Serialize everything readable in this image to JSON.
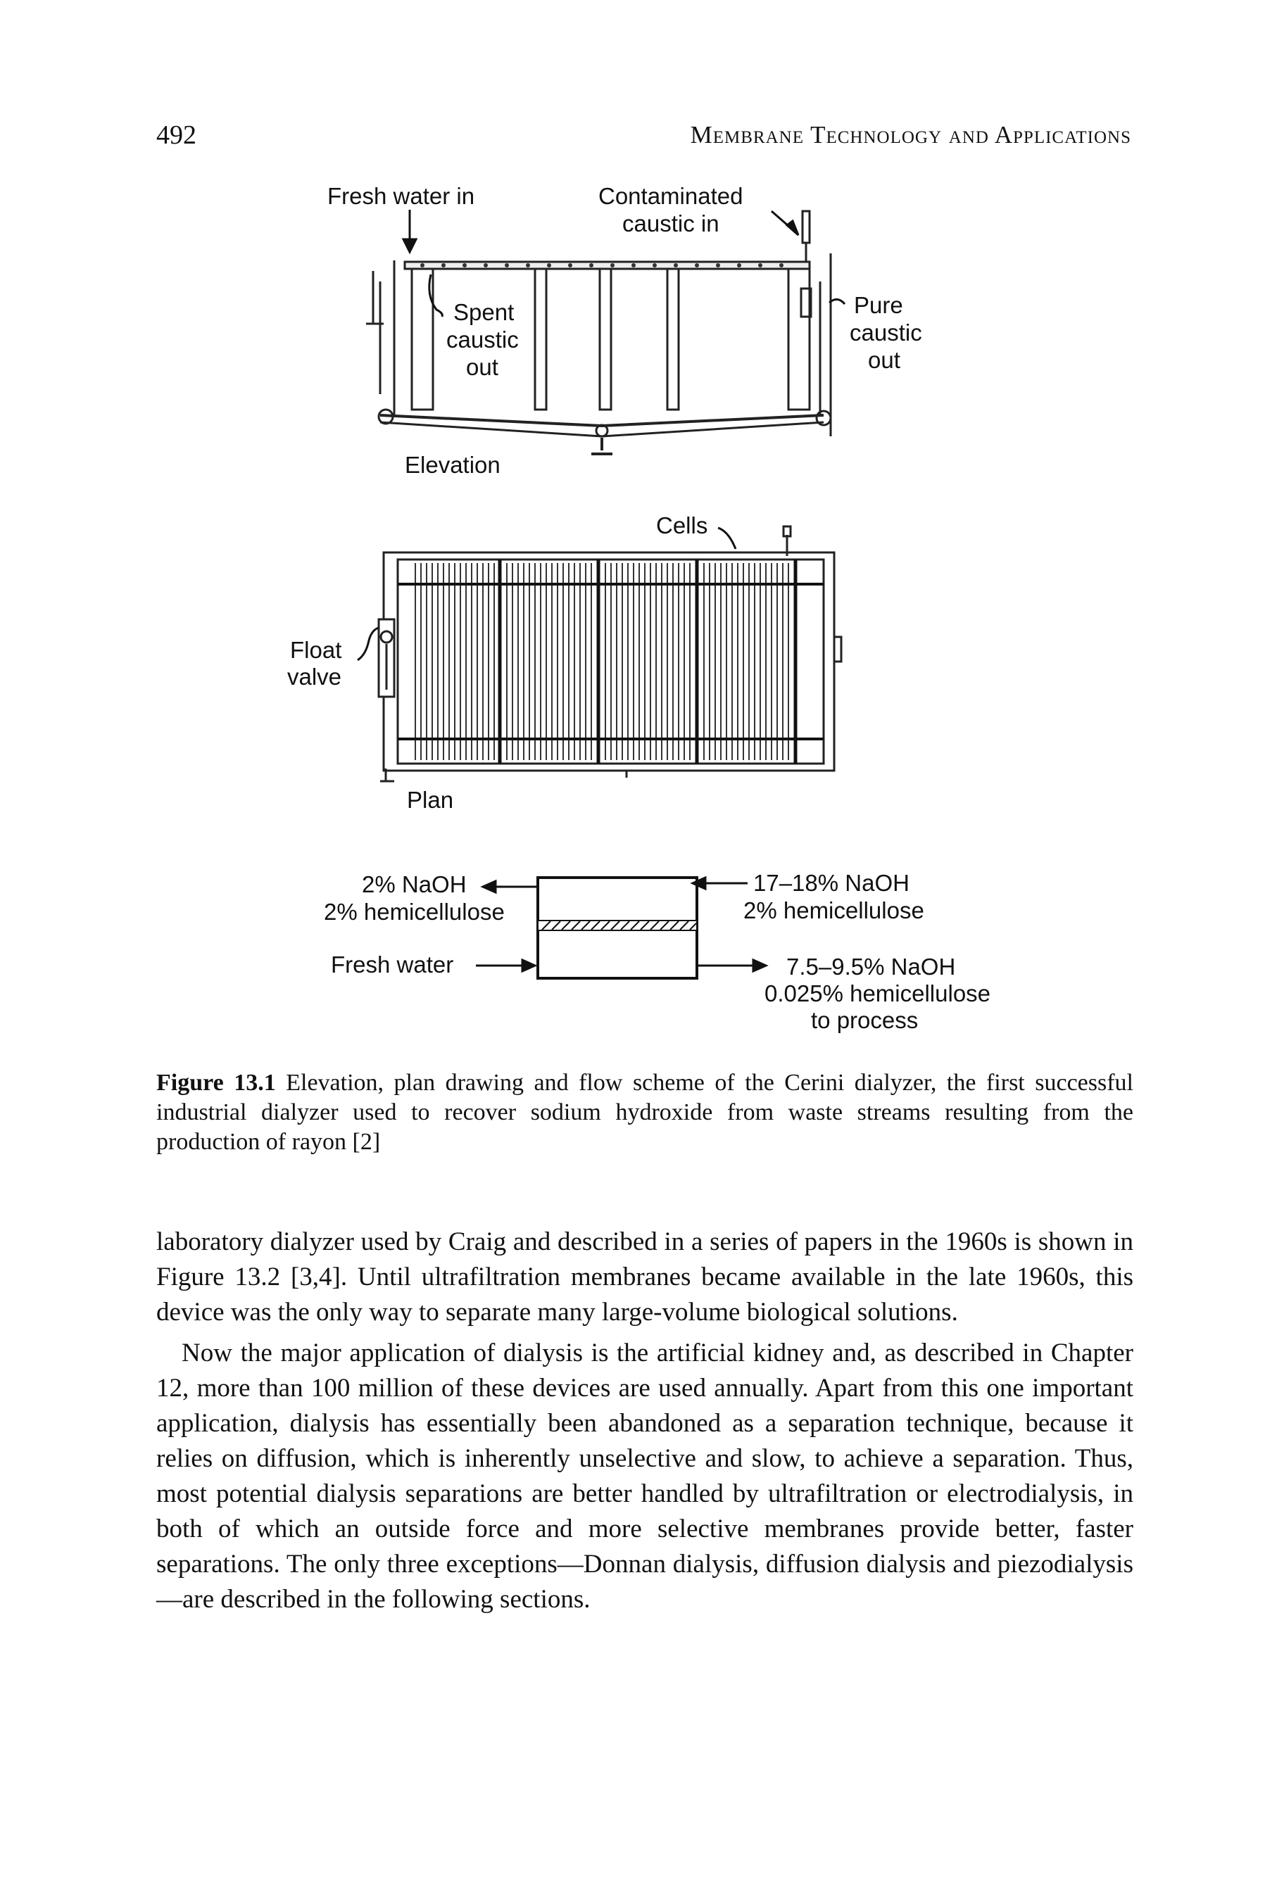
{
  "header": {
    "page_number": "492",
    "running_title": "Membrane Technology and Applications"
  },
  "figure": {
    "elevation_labels": {
      "fresh_water_in": "Fresh water in",
      "contaminated_line1": "Contaminated",
      "contaminated_line2": "caustic in",
      "spent_line1": "Spent",
      "spent_line2": "caustic",
      "spent_line3": "out",
      "pure_line1": "Pure",
      "pure_line2": "caustic",
      "pure_line3": "out",
      "elevation": "Elevation"
    },
    "plan_labels": {
      "cells": "Cells",
      "float_line1": "Float",
      "float_line2": "valve",
      "plan": "Plan"
    },
    "flow_labels": {
      "left_top_line1": "2% NaOH",
      "left_top_line2": "2% hemicellulose",
      "left_bottom": "Fresh water",
      "right_top_line1": "17–18% NaOH",
      "right_top_line2": "2% hemicellulose",
      "right_bottom_line1": "7.5–9.5% NaOH",
      "right_bottom_line2": "0.025% hemicellulose",
      "right_bottom_line3": "to process"
    },
    "caption_label": "Figure 13.1",
    "caption_text": "Elevation, plan drawing and flow scheme of the Cerini dialyzer, the first successful industrial dialyzer used to recover sodium hydroxide from waste streams resulting from the production of rayon [2]"
  },
  "body": {
    "paragraph1": "laboratory dialyzer used by Craig and described in a series of papers in the 1960s is shown in Figure 13.2 [3,4]. Until ultrafiltration membranes became available in the late 1960s, this device was the only way to separate many large-volume biological solutions.",
    "paragraph2": "Now the major application of dialysis is the artificial kidney and, as described in Chapter 12, more than 100 million of these devices are used annually. Apart from this one important application, dialysis has essentially been abandoned as a separation technique, because it relies on diffusion, which is inherently unselective and slow, to achieve a separation. Thus, most potential dialysis separations are better handled by ultrafiltration or electrodialysis, in both of which an outside force and more selective membranes provide better, faster separations. The only three exceptions—Donnan dialysis, diffusion dialysis and piezodialysis—are described in the following sections."
  }
}
